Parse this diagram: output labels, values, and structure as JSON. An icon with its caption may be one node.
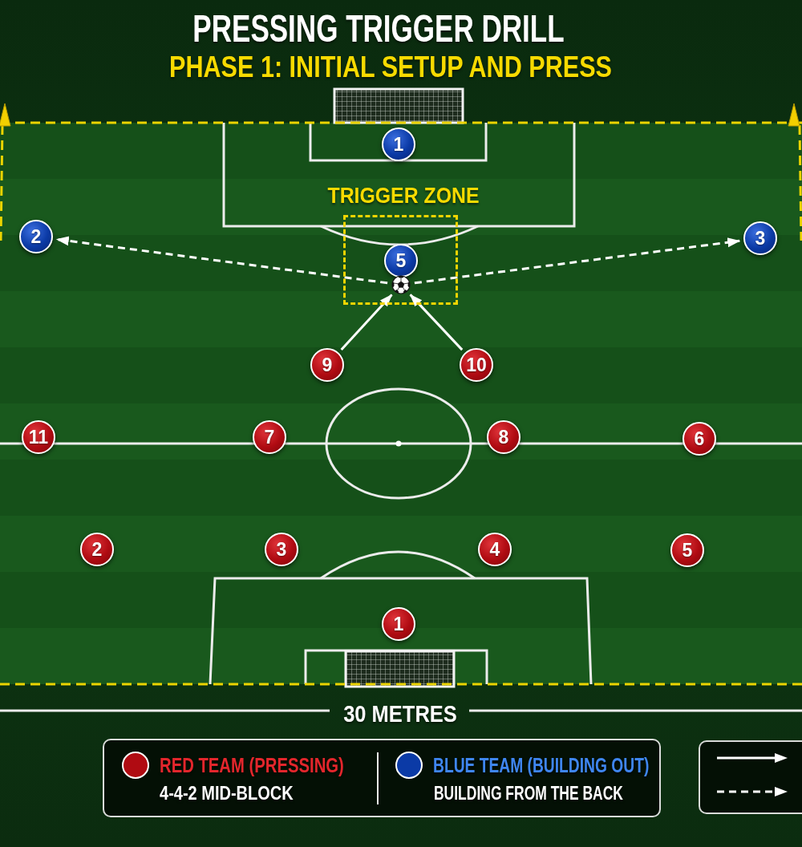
{
  "diagram": {
    "title": "PRESSING TRIGGER DRILL",
    "nodes": [
      {
        "text": [
          "1"
        ]
      },
      {
        "text": [
          "TRIGGER ZONE"
        ]
      },
      {
        "text": [
          "2"
        ]
      },
      {
        "text": [
          "5"
        ],
        "in": 1
      },
      {
        "text": [
          "3"
        ]
      },
      {
        "text": [],
        "shape": "ball",
        "in": 1
      },
      {
        "text": [
          "9"
        ]
      },
      {
        "text": [
          "10"
        ]
      },
      {
        "text": [
          "11"
        ]
      },
      {
        "text": [
          "7"
        ]
      },
      {
        "text": [
          "8"
        ]
      },
      {
        "text": [
          "6"
        ]
      },
      {
        "text": [
          "2"
        ]
      },
      {
        "text": [
          "3"
        ]
      },
      {
        "text": [
          "4"
        ]
      },
      {
        "text": [
          "5"
        ]
      },
      {
        "text": [
          "1"
        ]
      }
    ],
    "edges": [
      {
        "from": 5,
        "to": 2,
        "arrow": "to",
        "style": "dashed"
      },
      {
        "from": 5,
        "to": 4,
        "arrow": "to",
        "style": "dashed"
      },
      {
        "from": 6,
        "to": 5,
        "arrow": "to"
      },
      {
        "from": 7,
        "to": 5,
        "arrow": "to"
      }
    ],
    "labels": [
      "PHASE 1: INITIAL SETUP AND PRESS",
      "30 METRES",
      "4-4-2 MID-BLOCK",
      "BUILDING FROM THE BACK"
    ],
    "legend": [
      {
        "text": "RED TEAM (PRESSING)",
        "color": "#b00b12"
      },
      {
        "text": "BLUE TEAM (BUILDING OUT)",
        "color": "#0b3aa6"
      }
    ]
  }
}
